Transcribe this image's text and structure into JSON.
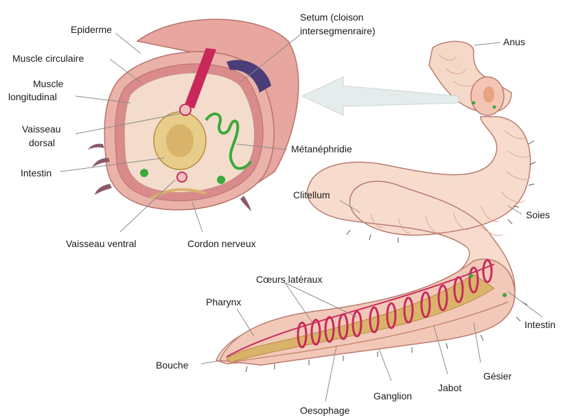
{
  "labels": {
    "epiderme": "Epiderme",
    "muscle_circulaire": "Muscle circulaire",
    "muscle_longitudinal_1": "Muscle",
    "muscle_longitudinal_2": "longitudinal",
    "vaisseau_dorsal_1": "Vaisseau",
    "vaisseau_dorsal_2": "dorsal",
    "intestin_section": "Intestin",
    "vaisseau_ventral": "Vaisseau ventral",
    "cordon_nerveux": "Cordon nerveux",
    "setum_1": "Setum (cloison",
    "setum_2": "intersegmenraire)",
    "metanephridie": "Métanéphridie",
    "anus": "Anus",
    "clitellum": "Clitellum",
    "soies": "Soies",
    "coeurs_lateraux": "Cœurs latéraux",
    "pharynx": "Pharynx",
    "intestin_body": "Intestin",
    "bouche": "Bouche",
    "gesier": "Gésier",
    "jabot": "Jabot",
    "ganglion": "Ganglion",
    "oesophage": "Oesophage"
  },
  "colors": {
    "skin": "#f5d3c2",
    "skin_dark": "#e9a99a",
    "muscle_pink": "#e8a0a0",
    "vessel_red": "#c8285a",
    "gut_tan": "#d9b36a",
    "nephridia_green": "#3aa83a",
    "arrow_grey": "#e4ecec"
  }
}
